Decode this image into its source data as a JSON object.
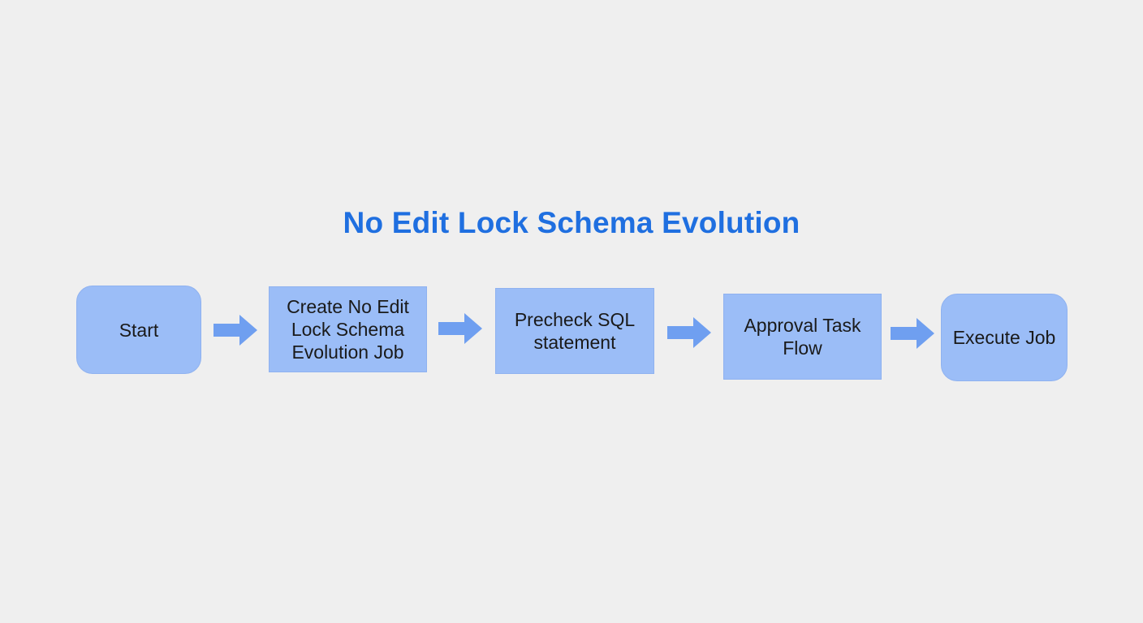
{
  "title": "No Edit Lock Schema Evolution",
  "colors": {
    "background": "#efefef",
    "title": "#1f6fe0",
    "node_fill": "#9bbdf7",
    "arrow": "#6f9ff0"
  },
  "nodes": [
    {
      "label": "Start",
      "shape": "rounded"
    },
    {
      "label": "Create No Edit\nLock Schema\nEvolution Job",
      "shape": "rect"
    },
    {
      "label": "Precheck SQL\nstatement",
      "shape": "rect"
    },
    {
      "label": "Approval Task\nFlow",
      "shape": "rect"
    },
    {
      "label": "Execute Job",
      "shape": "rounded"
    }
  ],
  "edges": [
    {
      "from": 0,
      "to": 1
    },
    {
      "from": 1,
      "to": 2
    },
    {
      "from": 2,
      "to": 3
    },
    {
      "from": 3,
      "to": 4
    }
  ]
}
